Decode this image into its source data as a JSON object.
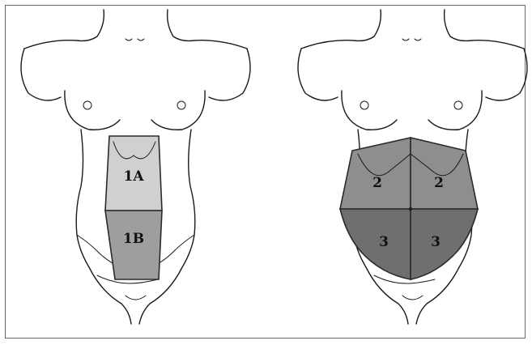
{
  "figure": {
    "left_panel": {
      "zones": [
        {
          "label": "1A",
          "color": "#d0d0d0"
        },
        {
          "label": "1B",
          "color": "#9e9e9e"
        }
      ]
    },
    "right_panel": {
      "zones": [
        {
          "label": "2",
          "color": "#8e8e8e"
        },
        {
          "label": "2",
          "color": "#8e8e8e"
        },
        {
          "label": "3",
          "color": "#6f6f6f"
        },
        {
          "label": "3",
          "color": "#6f6f6f"
        }
      ]
    },
    "colors": {
      "frame": "#6a6a6a",
      "outline": "#1a1a1a",
      "background": "#ffffff"
    }
  }
}
